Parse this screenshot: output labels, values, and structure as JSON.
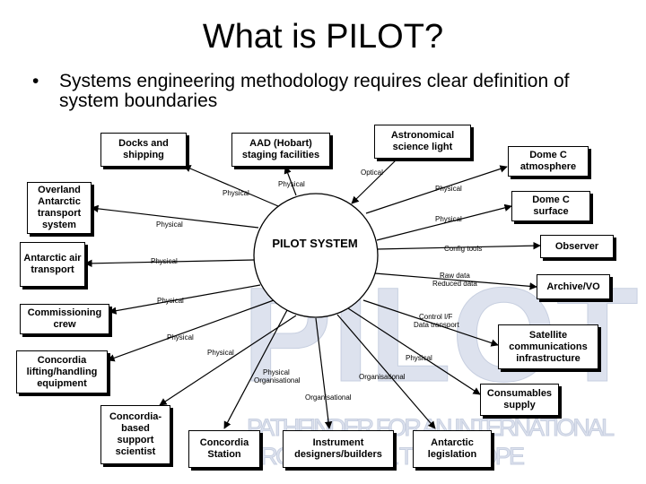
{
  "title": "What is PILOT?",
  "bullet": "Systems engineering methodology requires clear definition of system boundaries",
  "center_label": "PILOT SYSTEM",
  "watermark": {
    "logo_text": "PILOT",
    "line1": "PATHFINDER FOR AN INTERNATIONAL",
    "line2": "ARGE OPTICAL TELESCOPE"
  },
  "nodes": {
    "docks": "Docks and shipping",
    "aad": "AAD (Hobart) staging facilities",
    "astro": "Astronomical science light",
    "domec_atm": "Dome C atmosphere",
    "overland": "Overland Antarctic transport system",
    "domec_surface": "Dome C surface",
    "air": "Antarctic air transport",
    "observer": "Observer",
    "archive": "Archive/VO",
    "commissioning": "Commissioning crew",
    "satellite": "Satellite communications infrastructure",
    "concordia_lifting": "Concordia lifting/handling equipment",
    "consumables": "Consumables supply",
    "scientist": "Concordia-based support scientist",
    "station": "Concordia Station",
    "instrument": "Instrument designers/builders",
    "legislation": "Antarctic legislation"
  },
  "edges": {
    "optical": "Optical",
    "physical": "Physical",
    "config_tools": "Config tools",
    "raw_data": "Raw data",
    "reduced_data": "Reduced data",
    "control_if": "Control I/F",
    "data_transport": "Data transport",
    "organisational": "Organisational"
  }
}
